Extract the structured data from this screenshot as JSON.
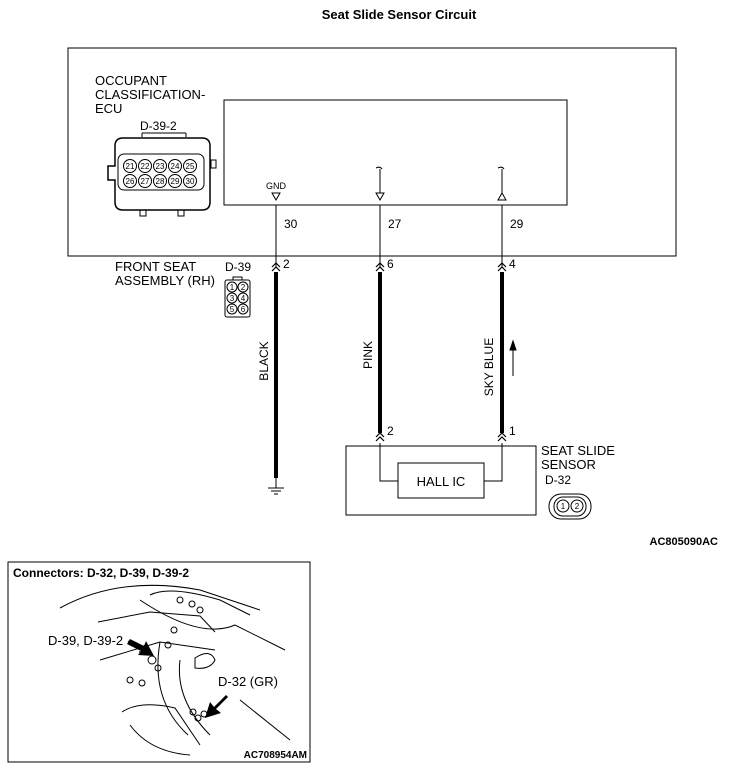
{
  "title": "Seat Slide Sensor Circuit",
  "ecu": {
    "name_lines": [
      "OCCUPANT",
      "CLASSIFICATION-",
      "ECU"
    ],
    "connector_id": "D-39-2",
    "pins_row1": [
      "21",
      "22",
      "23",
      "24",
      "25"
    ],
    "pins_row2": [
      "26",
      "27",
      "28",
      "29",
      "30"
    ],
    "gnd_label": "GND"
  },
  "terminals": {
    "ecu": [
      "30",
      "27",
      "29"
    ],
    "seat_assembly": [
      "2",
      "6",
      "4"
    ],
    "sensor": [
      "2",
      "1"
    ]
  },
  "front_seat": {
    "lines": [
      "FRONT SEAT",
      "ASSEMBLY (RH)"
    ],
    "connector_id": "D-39",
    "pins": [
      "1",
      "2",
      "3",
      "4",
      "5",
      "6"
    ]
  },
  "wires": [
    "BLACK",
    "PINK",
    "SKY BLUE"
  ],
  "sensor": {
    "lines": [
      "SEAT SLIDE",
      "SENSOR"
    ],
    "connector_id": "D-32",
    "pins": [
      "1",
      "2"
    ],
    "ic_label": "HALL IC"
  },
  "diagram_code": "AC805090AC",
  "inset": {
    "title": "Connectors: D-32, D-39, D-39-2",
    "callout1": "D-39, D-39-2",
    "callout2": "D-32 (GR)",
    "code": "AC708954AM"
  }
}
